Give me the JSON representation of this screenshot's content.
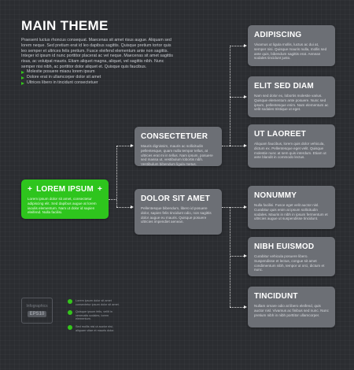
{
  "header": {
    "title": "MAIN THEME",
    "intro": "Praesent luctus rhoncus consequat. Maecenas sit amet risus augue. Aliquam sed lorem neque. Sed pretium erat id leo dapibus sagittis. Quisque pretium tortor quis leo semper et ultrices felis pretium. Fusce eleifend elementum ante non sagittis. Integer id ipsum id nunc porttitor placerat ac vel neque. Maecenas sit amet sagittis risus, ac volutpat mauris. Etiam aliquet magna, aliquet, vel sagittis nibh. Nunc semper nisi nibh, ac porttitor dolor aliquet et. Quisque quis faucibus.",
    "bullets": [
      "Molestie posuere miaou lorem ipsum",
      "Dolore erat in ullamcorper dolor sit amet",
      "Ultrices libero in tincidunt consectetuer"
    ]
  },
  "root": {
    "title": "LOREM IPSUM",
    "text": "Lorem ipsum dolor sit amet, consectetur adipiscing elit. Sed dapibus augue at lorem iaculis elementum. Nam ut dolor id sapien eleifend. Nulla facilisi."
  },
  "mid": [
    {
      "title": "CONSECTETUER",
      "text": "Mauris dignissim, mauris ac sollicitudin pellentesque, quam nulla tempor tellus, at ultrices erat mi in tellus. Nam ipsum, posuere sed massa ut, vestibulum lobortis nibh. Vestibulum bibendum ligula metus."
    },
    {
      "title": "DOLOR SIT AMET",
      "text": "Pellentesque bibendum, libero id posuere dolor, sapien felis tincidunt odio, non sagittis dolor augue eu mauris. Quisque posuere ultricies impendiet aenean."
    }
  ],
  "right": [
    {
      "title": "ADIPISCING",
      "text": "Vivamus ut ligula mollis, luctus ac dui at, semper nisi. Quisque mauris nulla, mollis sed ante quis, bibendum sagittis erat. Aenean sodales tincidunt justo."
    },
    {
      "title": "ELIT SED DIAM",
      "text": "Nam sed dolor ex, lobortis molestie varius. Quisque elementum ante posuere. Nunc sed ipsum, pellentesque enim. Nam elementum ac velit sodales tristique ut eget."
    },
    {
      "title": "UT LAOREET",
      "text": "Aliquam faucibus, lorem quis dolor vehicula, dictum ex. Pellentesque eget velit. Quisque molestie nunc at sem quis interdum. Etiam ut ante blandit in commodo lectus."
    },
    {
      "title": "NONUMMY",
      "text": "Nulla facilisi. Fusce eget velit auctor nisl. Curabitur quis enim at ipsum sollicitudin sodales. Mauris in nibh in ipsum fermentum et ultricies augue ut suspendisse tincidunt."
    },
    {
      "title": "NIBH EUISMOD",
      "text": "Curabitur vehicula posuere libero. Suspendisse et lectus, congue sit amet condimentum nibh, tempor ut orci, dictum et nunc."
    },
    {
      "title": "TINCIDUNT",
      "text": "Nullam ornare odio at libero eleifend, quis auctor nisl. Vivamus ac finibus sed nunc. Nunc pretium nibh in nibh porttitor ullamcorper."
    }
  ],
  "footer": {
    "badge_line1": "Infographics",
    "badge_line2": "EPS10",
    "notes": [
      "Lorem ipsum dolor sit amet consectetur ipsum dolor sit amet.",
      "Quisque ipsum felis, vellit in venenatis sodales, lorem elementum.",
      "Sed mollis nisi ut auctor nisi, aliquam vitae et mauris dolor."
    ]
  },
  "colors": {
    "background": "#2b2d31",
    "box": "#6c6f75",
    "accent": "#2ec51d"
  }
}
